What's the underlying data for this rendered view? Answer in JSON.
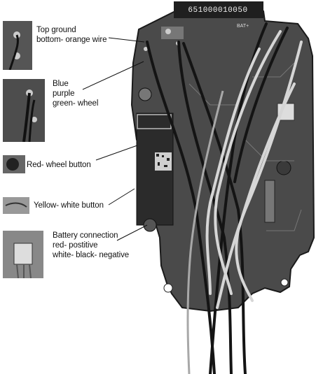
{
  "board": {
    "serial": "651000010050",
    "bat_marking": "BAT+"
  },
  "callouts": [
    {
      "lines": [
        "Top ground",
        "bottom- orange wire"
      ]
    },
    {
      "lines": [
        "Blue",
        "purple",
        "green- wheel"
      ]
    },
    {
      "lines": [
        "Red- wheel button"
      ]
    },
    {
      "lines": [
        "Yellow- white button"
      ]
    },
    {
      "lines": [
        "Battery connection",
        "red- postitive",
        "white- black- negative"
      ]
    }
  ]
}
